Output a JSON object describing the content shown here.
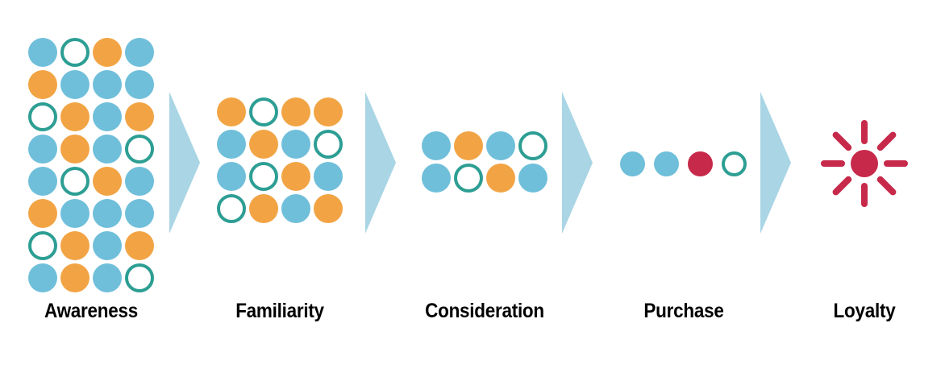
{
  "palette": {
    "blue": "#6fbfda",
    "orange": "#f2a444",
    "ring_teal": "#2d9e93",
    "red": "#c7294a",
    "arrow_blue": "#a9d5e5",
    "label_text": "#000000",
    "background": "#ffffff"
  },
  "stages": [
    {
      "label": "Awareness",
      "columns": 4,
      "dot_count": 32,
      "rows": [
        [
          "blue",
          "open",
          "orange",
          "blue"
        ],
        [
          "orange",
          "blue",
          "blue",
          "blue"
        ],
        [
          "open",
          "orange",
          "blue",
          "orange"
        ],
        [
          "blue",
          "orange",
          "blue",
          "open"
        ],
        [
          "blue",
          "open",
          "orange",
          "blue"
        ],
        [
          "orange",
          "blue",
          "blue",
          "blue"
        ],
        [
          "open",
          "orange",
          "blue",
          "orange"
        ],
        [
          "blue",
          "orange",
          "blue",
          "open"
        ]
      ]
    },
    {
      "label": "Familiarity",
      "columns": 4,
      "dot_count": 16,
      "rows": [
        [
          "orange",
          "open",
          "orange",
          "orange"
        ],
        [
          "blue",
          "orange",
          "blue",
          "open"
        ],
        [
          "blue",
          "open",
          "orange",
          "blue"
        ],
        [
          "open",
          "orange",
          "blue",
          "orange"
        ]
      ]
    },
    {
      "label": "Consideration",
      "columns": 4,
      "dot_count": 8,
      "rows": [
        [
          "blue",
          "orange",
          "blue",
          "open"
        ],
        [
          "blue",
          "open",
          "orange",
          "blue"
        ]
      ]
    },
    {
      "label": "Purchase",
      "columns": 4,
      "dot_count": 4,
      "rows": [
        [
          "blue",
          "blue",
          "red",
          "open"
        ]
      ]
    },
    {
      "label": "Loyalty",
      "icon": "burst-icon",
      "rows": []
    }
  ],
  "connector": {
    "icon": "right-arrow-icon",
    "count": 4,
    "direction": "right"
  }
}
